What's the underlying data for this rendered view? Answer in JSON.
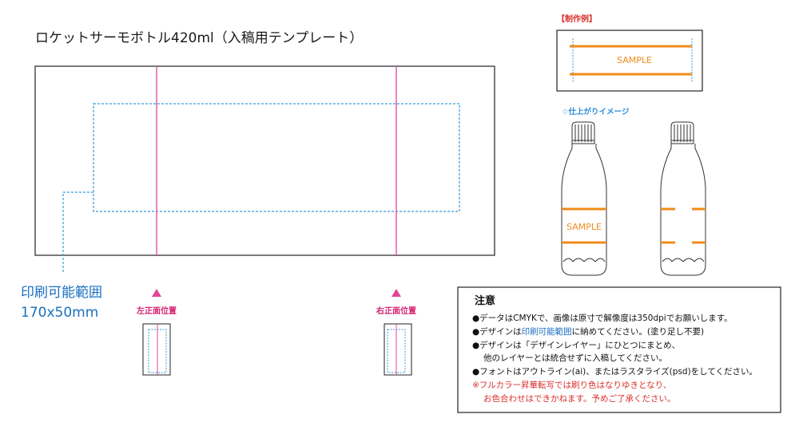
{
  "title": "ロケットサーモボトル420ml（入稿用テンプレート）",
  "print_area": {
    "label_line1": "印刷可能範囲",
    "label_line2": "170x50mm"
  },
  "position_labels": {
    "left": "左正面位置",
    "right": "右正面位置"
  },
  "example": {
    "label": "【制作例】",
    "sample_text": "SAMPLE"
  },
  "finished_image": {
    "label": "☆仕上がりイメージ",
    "sample_text": "SAMPLE"
  },
  "notes": {
    "heading": "注意",
    "line1": "●データはCMYKで、画像は原寸で解像度は350dpiでお願いします。",
    "line2_pre": "●デザインは",
    "line2_hl": "印刷可能範囲",
    "line2_post": "に納めてください。(塗り足し不要)",
    "line3": "●デザインは「デザインレイヤー」にひとつにまとめ、",
    "line4": "他のレイヤーとは統合せずに入稿してください。",
    "line5": "●フォントはアウトライン(ai)、またはラスタライズ(psd)をしてください。",
    "line6": "※フルカラー昇華転写では刷り色はなりゆきとなり、",
    "line7": "お色合わせはできかねます。予めご了承ください。"
  },
  "colors": {
    "guide_magenta": "#e0459a",
    "print_area_blue": "#3a9ad9",
    "sample_orange": "#f08c1a",
    "note_red": "#d9302a"
  }
}
